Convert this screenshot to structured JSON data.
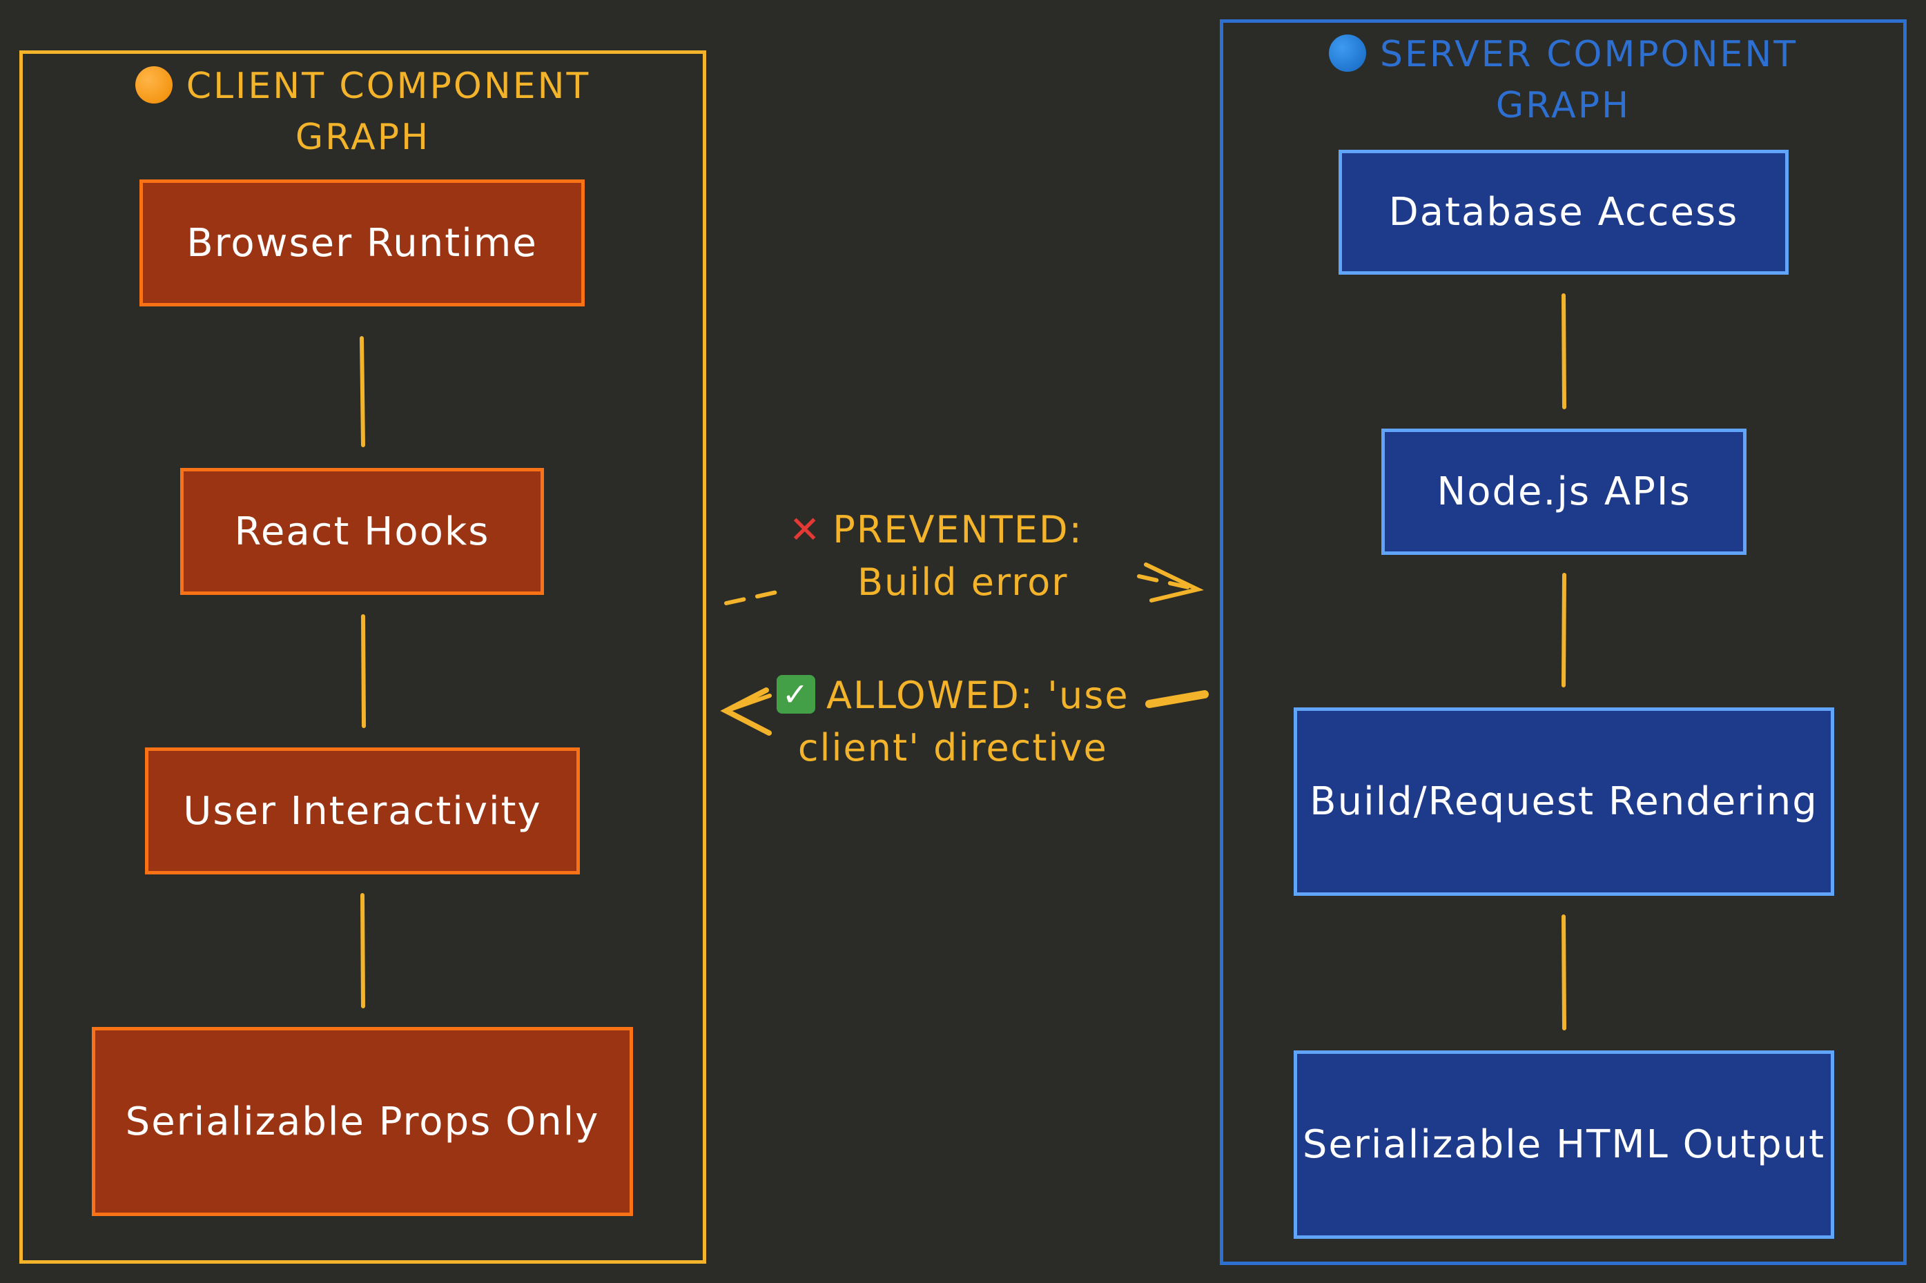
{
  "client_graph": {
    "title": "CLIENT COMPONENT\nGRAPH",
    "title_icon": "orange-circle-icon",
    "accent": "#f3b42b",
    "nodes": {
      "browser_runtime": "Browser Runtime",
      "react_hooks": "React Hooks",
      "user_interactivity": "User Interactivity",
      "serializable_props": "Serializable Props Only"
    }
  },
  "server_graph": {
    "title": "SERVER COMPONENT\nGRAPH",
    "title_icon": "blue-circle-icon",
    "accent": "#2e6fd2",
    "nodes": {
      "database_access": "Database Access",
      "nodejs_apis": "Node.js APIs",
      "build_request_rendering": "Build/Request Rendering",
      "serializable_html": "Serializable HTML Output"
    }
  },
  "edges": {
    "prevented": {
      "icon": "red-x-icon",
      "line1": "PREVENTED:",
      "line2": "Build error"
    },
    "allowed": {
      "icon": "green-check-icon",
      "line1": "ALLOWED: 'use",
      "line2": "client' directive"
    }
  },
  "colors": {
    "background": "#2b2b27",
    "client_fill": "#9a3412",
    "client_stroke": "#f97316",
    "server_fill": "#1e3a8a",
    "server_stroke": "#60a5fa",
    "connector": "#f3b42b"
  }
}
